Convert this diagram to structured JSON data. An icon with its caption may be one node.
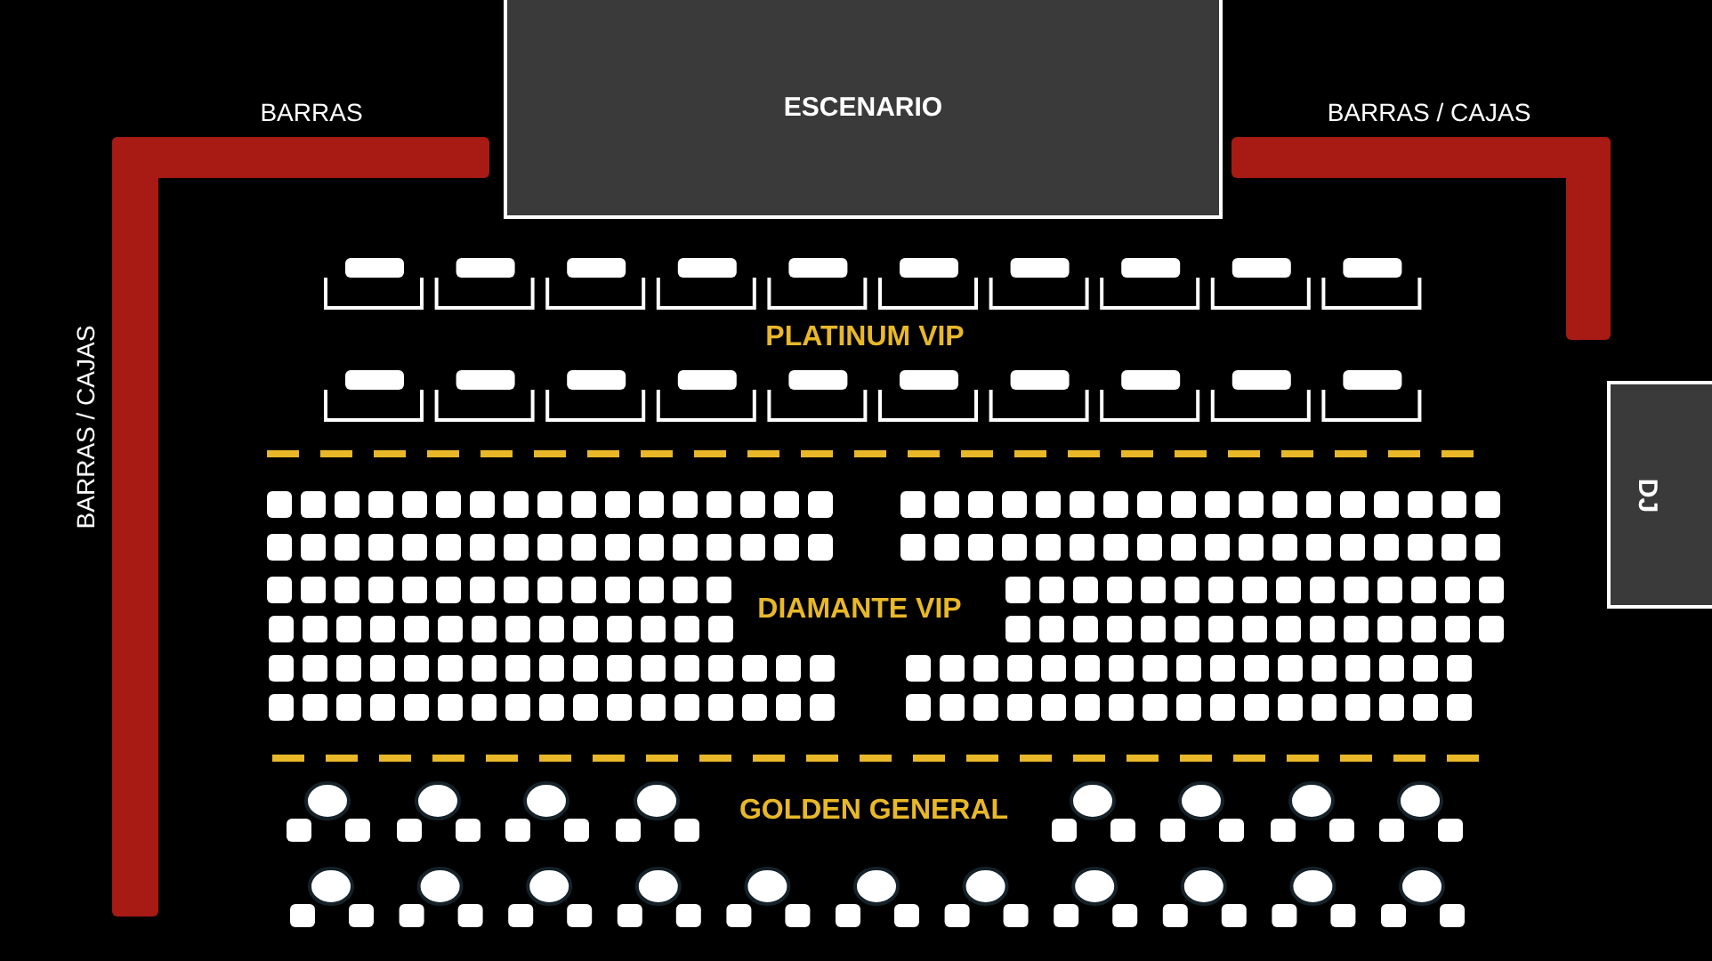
{
  "diagram": {
    "nodes": [
      {
        "text": [
          "ESCENARIO"
        ]
      },
      {
        "text": [
          "DJ"
        ]
      }
    ],
    "labels": [
      "BARRAS",
      "BARRAS / CAJAS",
      "BARRAS / CAJAS",
      "PLATINUM VIP",
      "DIAMANTE VIP",
      "GOLDEN GENERAL"
    ]
  }
}
